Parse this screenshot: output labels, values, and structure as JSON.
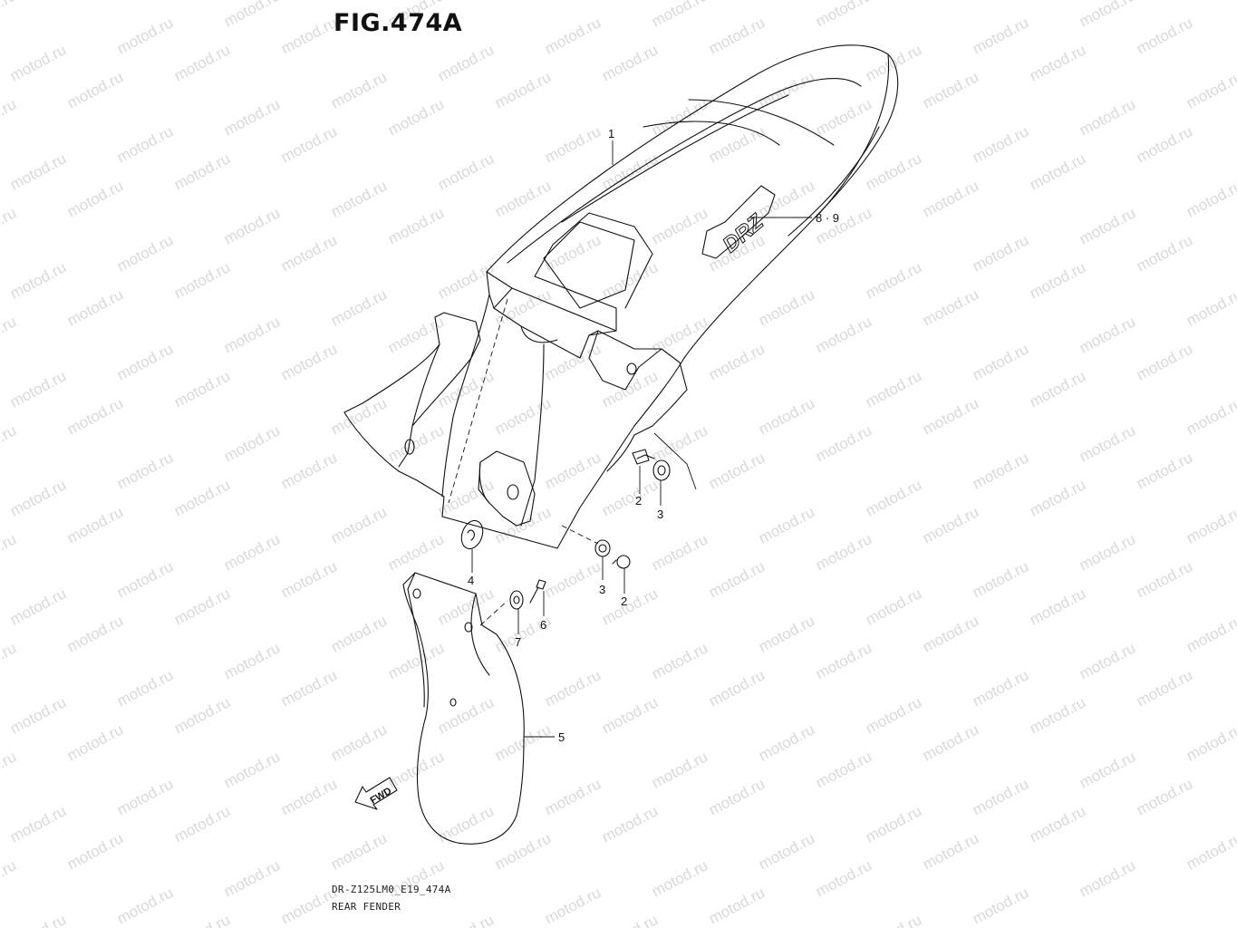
{
  "figure_title": "FIG.474A",
  "model_code": "DR-Z125LM0_E19_474A",
  "figure_name": "REAR FENDER",
  "watermark_text": "motod.ru",
  "watermark_color": "#d9d9d9",
  "decal_text": "DRZ",
  "fwd_label": "FWD",
  "callouts": {
    "c1": "1",
    "c2a": "2",
    "c3a": "3",
    "c4": "4",
    "c3b": "3",
    "c2b": "2",
    "c6": "6",
    "c7": "7",
    "c5": "5",
    "c89": "8 · 9"
  }
}
